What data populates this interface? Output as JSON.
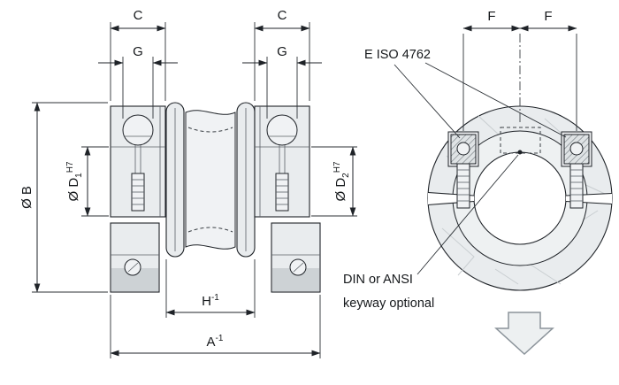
{
  "drawing": {
    "left_view": {
      "dim_c_left": "C",
      "dim_c_right": "C",
      "dim_g_left": "G",
      "dim_g_right": "G",
      "dim_b": "Ø B",
      "dim_d1": {
        "base": "Ø D",
        "sub": "1",
        "sup": "H7"
      },
      "dim_d2": {
        "base": "Ø D",
        "sub": "2",
        "sup": "H7"
      },
      "dim_h": {
        "base": "H",
        "sup": "-1"
      },
      "dim_a": {
        "base": "A",
        "sup": "-1"
      }
    },
    "right_view": {
      "dim_f_left": "F",
      "dim_f_right": "F",
      "screw_note": "E ISO 4762",
      "keyway_note_line1": "DIN or ANSI",
      "keyway_note_line2": "keyway optional"
    },
    "colors": {
      "line": "#1f2328",
      "fill-light": "#e9ecee",
      "fill-mid": "#dfe3e5",
      "background": "#ffffff"
    }
  }
}
